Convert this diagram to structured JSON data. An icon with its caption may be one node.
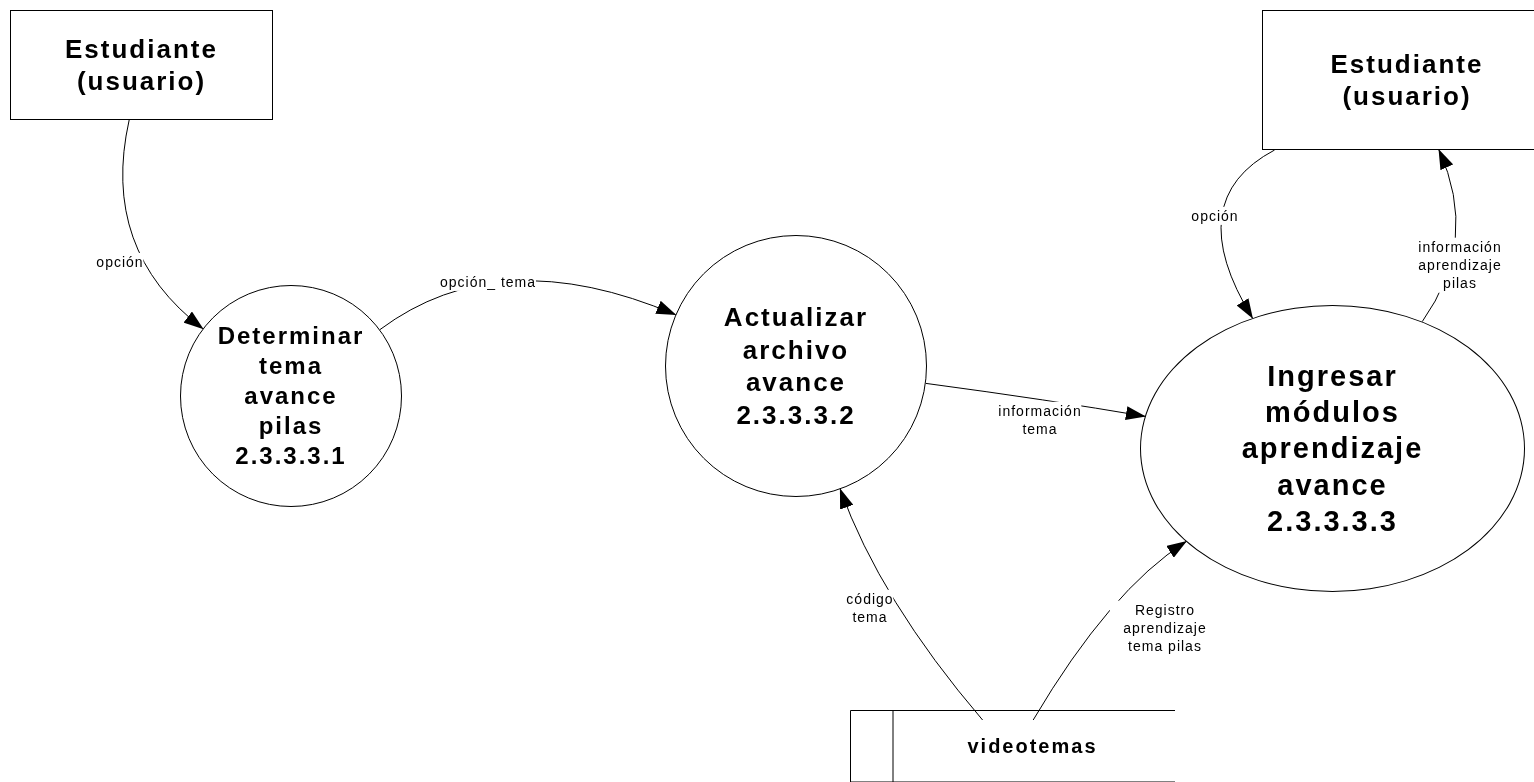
{
  "diagram": {
    "nodes": [
      {
        "text": [
          "Estudiante (usuario)"
        ]
      },
      {
        "text": [
          "Determinar tema avance pilas",
          "2.3.3.3.1"
        ]
      },
      {
        "text": [
          "Actualizar archivo avance",
          "2.3.3.3.2"
        ]
      },
      {
        "text": [
          "Estudiante (usuario)"
        ]
      },
      {
        "text": [
          "Ingresar módulos aprendizaje avance",
          "2.3.3.3.3"
        ]
      },
      {
        "text": [
          "videotemas"
        ]
      }
    ],
    "edges": [
      {
        "from": 0,
        "to": 1,
        "arrow": "to",
        "label": "opción"
      },
      {
        "from": 1,
        "to": 2,
        "arrow": "to",
        "label": "opción_ tema"
      },
      {
        "from": 2,
        "to": 4,
        "arrow": "to",
        "label": "información tema"
      },
      {
        "from": 3,
        "to": 4,
        "arrow": "to",
        "label": "opción"
      },
      {
        "from": 4,
        "to": 3,
        "arrow": "to",
        "label": "información aprendizaje pilas"
      },
      {
        "from": 5,
        "to": 2,
        "arrow": "to",
        "label": "código tema"
      },
      {
        "from": 5,
        "to": 4,
        "arrow": "to",
        "label": "Registro aprendizaje tema pilas"
      }
    ]
  }
}
